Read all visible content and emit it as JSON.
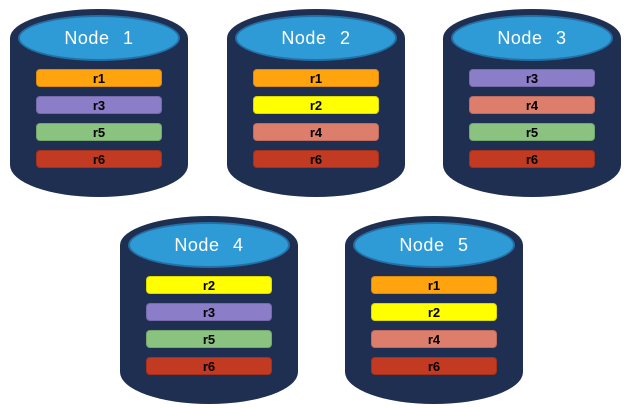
{
  "diagram": {
    "background": "#FFFFFF",
    "colors": {
      "cylinder_body": "#1E2F52",
      "top_face": "#2E9BD6",
      "top_face_border": "#2470A6",
      "node_label_text": "#FFFFFF",
      "bar_text": "#000000"
    },
    "replica_colors": {
      "r1": "#FFA40E",
      "r2": "#FFFF00",
      "r3": "#8B7DC8",
      "r4": "#DD7E6D",
      "r5": "#8AC37F",
      "r6": "#C13A21"
    },
    "nodes": [
      {
        "label": "Node 1",
        "replicas": [
          "r1",
          "r3",
          "r5",
          "r6"
        ]
      },
      {
        "label": "Node 2",
        "replicas": [
          "r1",
          "r2",
          "r4",
          "r6"
        ]
      },
      {
        "label": "Node 3",
        "replicas": [
          "r3",
          "r4",
          "r5",
          "r6"
        ]
      },
      {
        "label": "Node 4",
        "replicas": [
          "r2",
          "r3",
          "r5",
          "r6"
        ]
      },
      {
        "label": "Node 5",
        "replicas": [
          "r1",
          "r2",
          "r4",
          "r6"
        ]
      }
    ]
  }
}
